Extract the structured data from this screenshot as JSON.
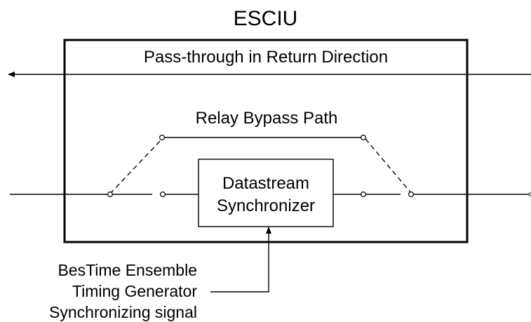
{
  "title": "ESCIU",
  "return_path": {
    "label": "Pass-through in Return Direction"
  },
  "bypass_path": {
    "label": "Relay Bypass Path"
  },
  "synchronizer": {
    "line1": "Datastream",
    "line2": "Synchronizer"
  },
  "timing_source": {
    "line1": "BesTime Ensemble",
    "line2": "Timing Generator",
    "line3": "Synchronizing signal"
  },
  "colors": {
    "stroke": "#000000",
    "background": "#ffffff"
  }
}
